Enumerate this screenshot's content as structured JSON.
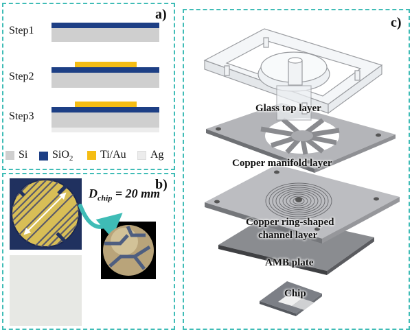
{
  "panel_a": {
    "label": "a)",
    "steps": [
      "Step1",
      "Step2",
      "Step3"
    ],
    "legend": [
      {
        "label": "Si",
        "color": "#cfcfcf"
      },
      {
        "label": "SiO",
        "sub": "2",
        "color": "#1d3f85"
      },
      {
        "label": "Ti/Au",
        "color": "#f5bd14"
      },
      {
        "label": "Ag",
        "color": "#ececec"
      }
    ]
  },
  "panel_b": {
    "label": "b)",
    "dimension_prefix": "D",
    "dimension_sub": "chip",
    "dimension_value": " = 20 mm"
  },
  "panel_c": {
    "label": "c)",
    "layers": [
      "Glass top layer",
      "Copper manifold layer",
      "Copper ring-shaped",
      "channel layer",
      "AMB plate",
      "Chip"
    ]
  },
  "colors": {
    "accent": "#3fbcb6",
    "sio2": "#1d3f85",
    "tiau": "#f5bd14",
    "si": "#cfcfcf",
    "ag": "#ececec"
  }
}
